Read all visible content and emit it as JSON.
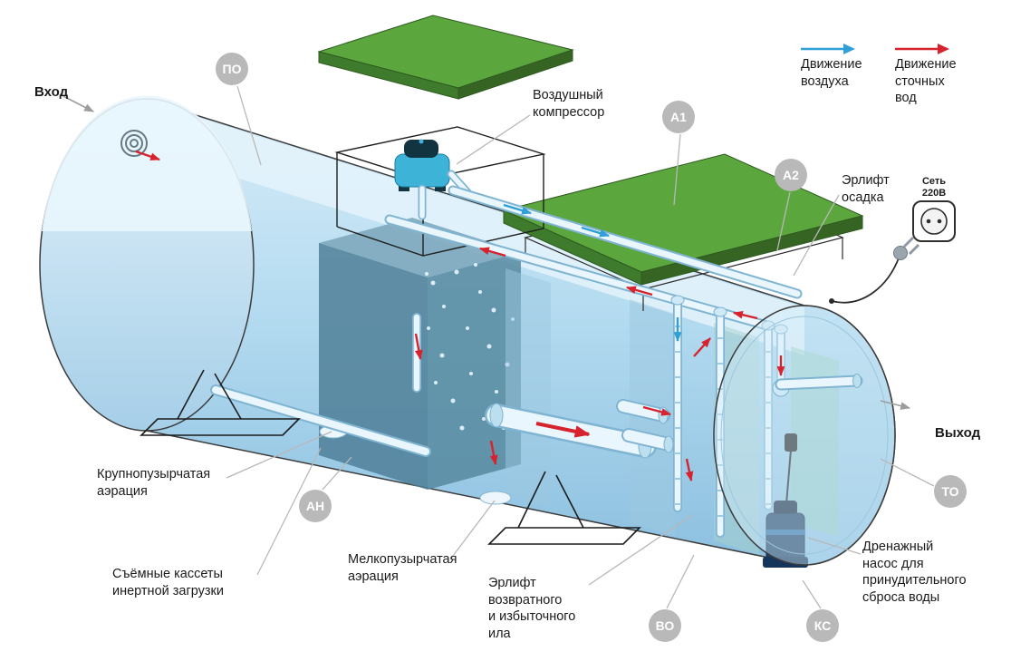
{
  "legend": {
    "air_flow_label": "Движение\nвоздуха",
    "waste_flow_label": "Движение\nсточных\nвод"
  },
  "callouts": {
    "inlet": "Вход",
    "outlet": "Выход",
    "air_compressor": "Воздушный\nкомпрессор",
    "sludge_airlift": "Эрлифт\nосадка",
    "power_supply": "Сеть\n220В",
    "coarse_bubble_aeration": "Крупнопузырчатая\nаэрация",
    "removable_cassettes": "Съёмные кассеты\nинертной загрузки",
    "fine_bubble_aeration": "Мелкопузырчатая\nаэрация",
    "return_sludge_airlift": "Эрлифт\nвозвратного\nи избыточного\nила",
    "drainage_pump": "Дренажный\nнасос для\nпринудительного\nсброса воды"
  },
  "badges": {
    "po": "ПО",
    "a1": "А1",
    "a2": "А2",
    "an": "АН",
    "to": "ТО",
    "vo": "ВО",
    "ks": "КС"
  },
  "colors": {
    "air_arrow": "#2f9fd8",
    "waste_arrow": "#d6232e",
    "lid_green": "#5ca63e",
    "lid_green_dark": "#3f7b2c",
    "tank_blue": "#bfe0f2",
    "badge_gray": "#b9b9b9"
  }
}
